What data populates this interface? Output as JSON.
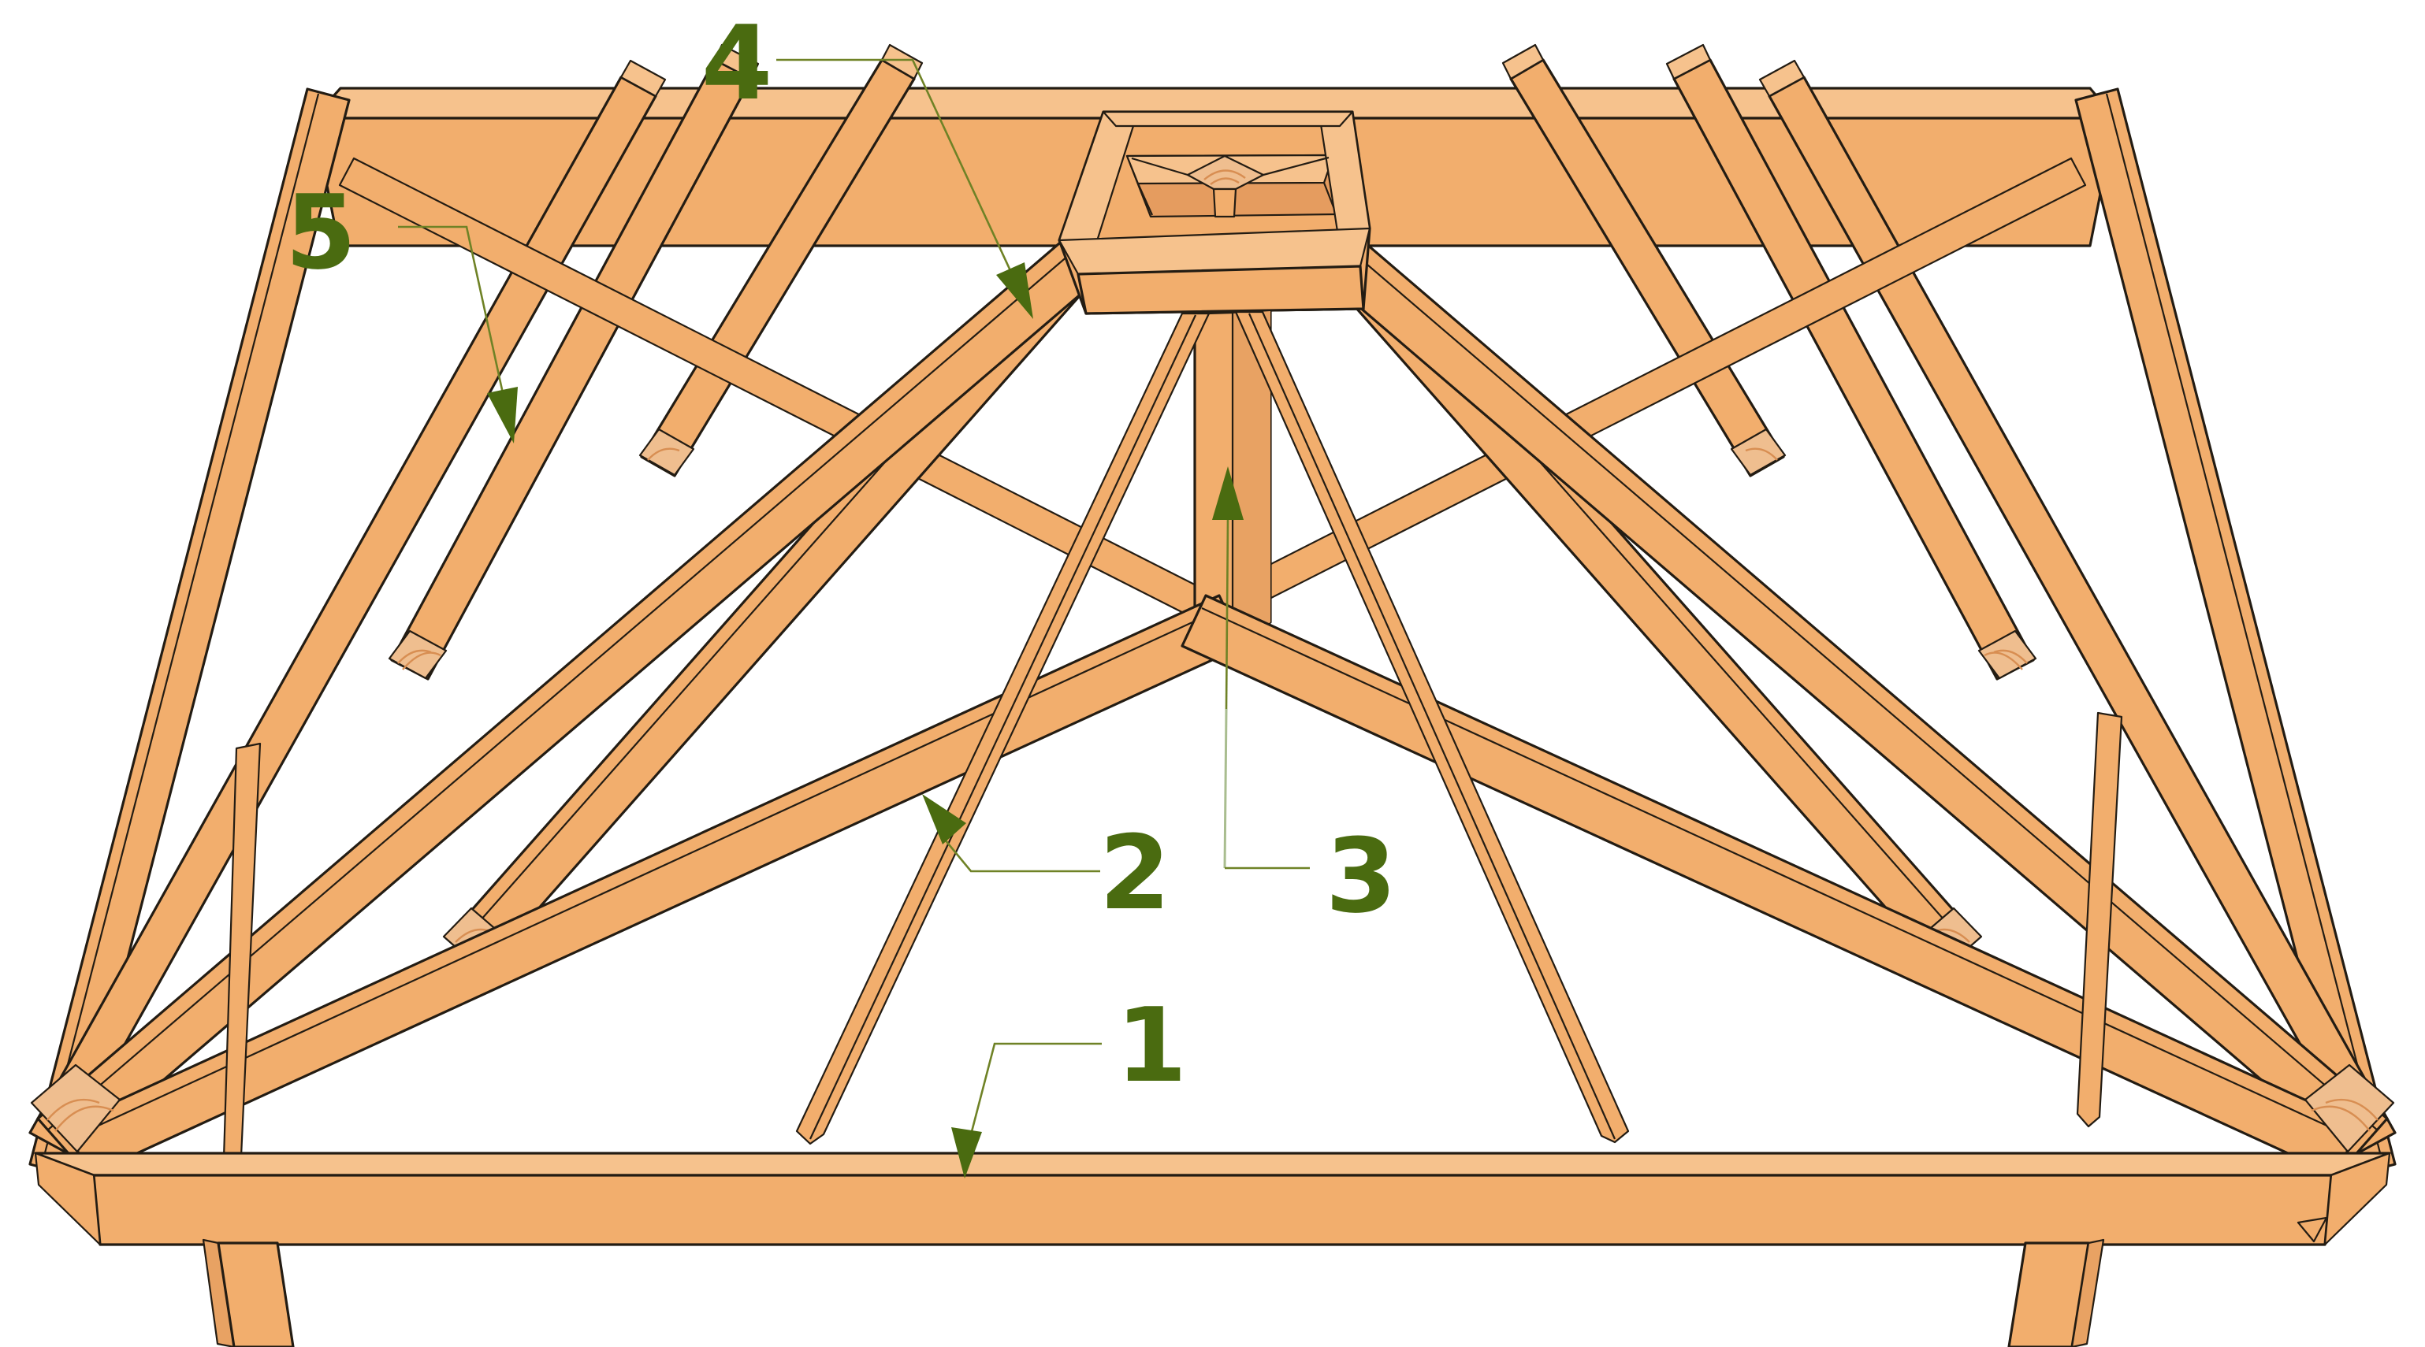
{
  "diagram": {
    "kind": "hip-roof-framing-illustration",
    "background_color": "#FFFFFF",
    "wood_color": "#F2AE6D",
    "wood_top_color": "#F6C28D",
    "wood_shade_color": "#E8A263",
    "wood_inner_color": "#E59C5F",
    "end_grain_color": "#EFBE8F",
    "grain_ring_color": "#D88E52",
    "outline_color": "#231C13",
    "label_color": "#4A6B10",
    "leader_color": "#6F8226",
    "leader_light_color": "#A9BD8F"
  },
  "labels": [
    {
      "value": "1"
    },
    {
      "value": "2"
    },
    {
      "value": "3"
    },
    {
      "value": "4"
    },
    {
      "value": "5"
    }
  ]
}
